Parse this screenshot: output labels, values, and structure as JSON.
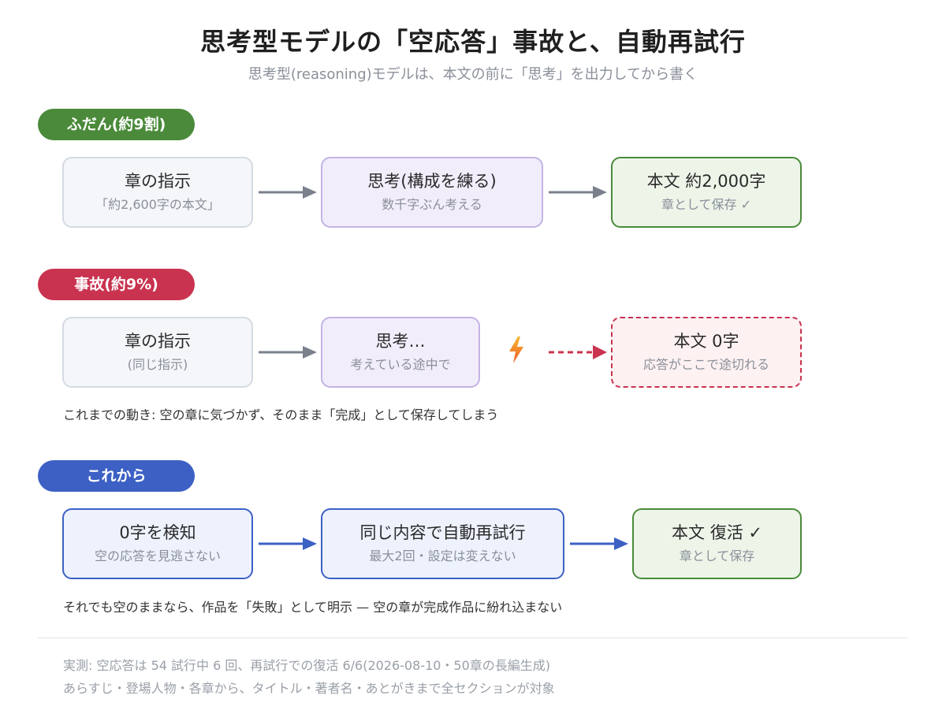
{
  "title": "思考型モデルの「空応答」事故と、自動再試行",
  "subtitle": "思考型(reasoning)モデルは、本文の前に「思考」を出力してから書く",
  "normal": {
    "label": "ふだん(約9割)",
    "color": "#4a8a3a",
    "steps": [
      {
        "main": "章の指示",
        "sub": "「約2,600字の本文」"
      },
      {
        "main": "思考(構成を練る)",
        "sub": "数千字ぶん考える"
      },
      {
        "main": "本文 約2,000字",
        "sub": "章として保存 ✓"
      }
    ]
  },
  "accident": {
    "label": "事故(約9%)",
    "color": "#c9334f",
    "icon": "lightning-icon",
    "steps": [
      {
        "main": "章の指示",
        "sub": "(同じ指示)"
      },
      {
        "main": "思考…",
        "sub": "考えている途中で"
      },
      {
        "main": "本文 0字",
        "sub": "応答がここで途切れる"
      }
    ],
    "note": "これまでの動き: 空の章に気づかず、そのまま「完成」として保存してしまう"
  },
  "future": {
    "label": "これから",
    "color": "#3c60c4",
    "steps": [
      {
        "main": "0字を検知",
        "sub": "空の応答を見逃さない"
      },
      {
        "main": "同じ内容で自動再試行",
        "sub": "最大2回・設定は変えない"
      },
      {
        "main": "本文 復活 ✓",
        "sub": "章として保存"
      }
    ],
    "note": "それでも空のままなら、作品を「失敗」として明示 — 空の章が完成作品に紛れ込まない"
  },
  "footer": {
    "line1": "実測: 空応答は 54 試行中 6 回、再試行での復活 6/6(2026-08-10・50章の長編生成)",
    "line2": "あらすじ・登場人物・各章から、タイトル・著者名・あとがきまで全セクションが対象"
  }
}
